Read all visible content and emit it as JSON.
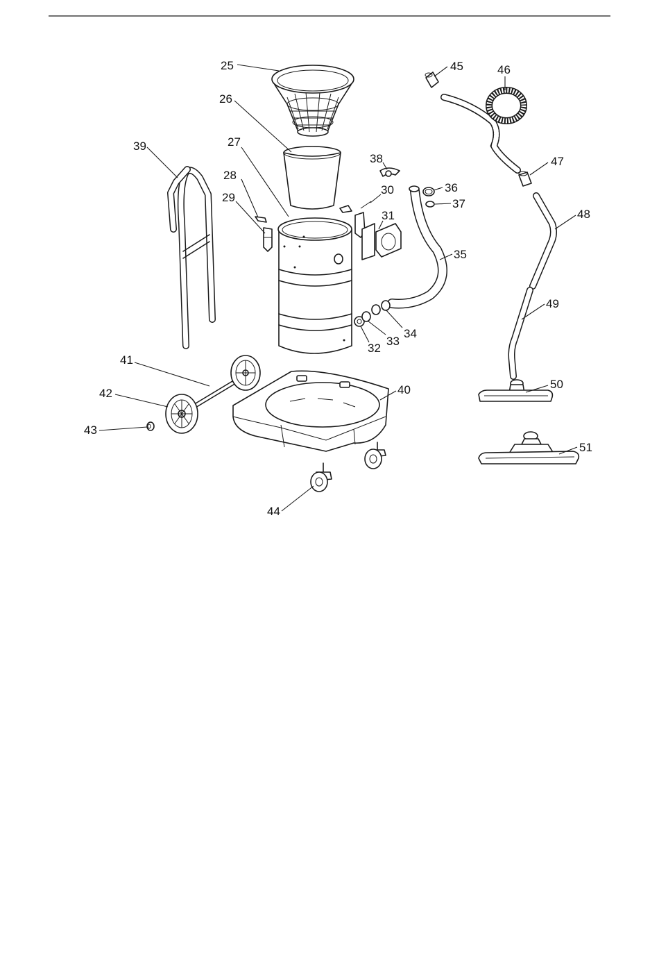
{
  "diagram": {
    "kind": "exploded-parts-view",
    "callouts": [
      {
        "id": "25",
        "text": "25"
      },
      {
        "id": "26",
        "text": "26"
      },
      {
        "id": "27",
        "text": "27"
      },
      {
        "id": "28",
        "text": "28"
      },
      {
        "id": "29",
        "text": "29"
      },
      {
        "id": "30",
        "text": "30"
      },
      {
        "id": "31",
        "text": "31"
      },
      {
        "id": "32",
        "text": "32"
      },
      {
        "id": "33",
        "text": "33"
      },
      {
        "id": "34",
        "text": "34"
      },
      {
        "id": "35",
        "text": "35"
      },
      {
        "id": "36",
        "text": "36"
      },
      {
        "id": "37",
        "text": "37"
      },
      {
        "id": "38",
        "text": "38"
      },
      {
        "id": "39",
        "text": "39"
      },
      {
        "id": "40",
        "text": "40"
      },
      {
        "id": "41",
        "text": "41"
      },
      {
        "id": "42",
        "text": "42"
      },
      {
        "id": "43",
        "text": "43"
      },
      {
        "id": "44",
        "text": "44"
      },
      {
        "id": "45",
        "text": "45"
      },
      {
        "id": "46",
        "text": "46"
      },
      {
        "id": "47",
        "text": "47"
      },
      {
        "id": "48",
        "text": "48"
      },
      {
        "id": "49",
        "text": "49"
      },
      {
        "id": "50",
        "text": "50"
      },
      {
        "id": "51",
        "text": "51"
      }
    ]
  }
}
